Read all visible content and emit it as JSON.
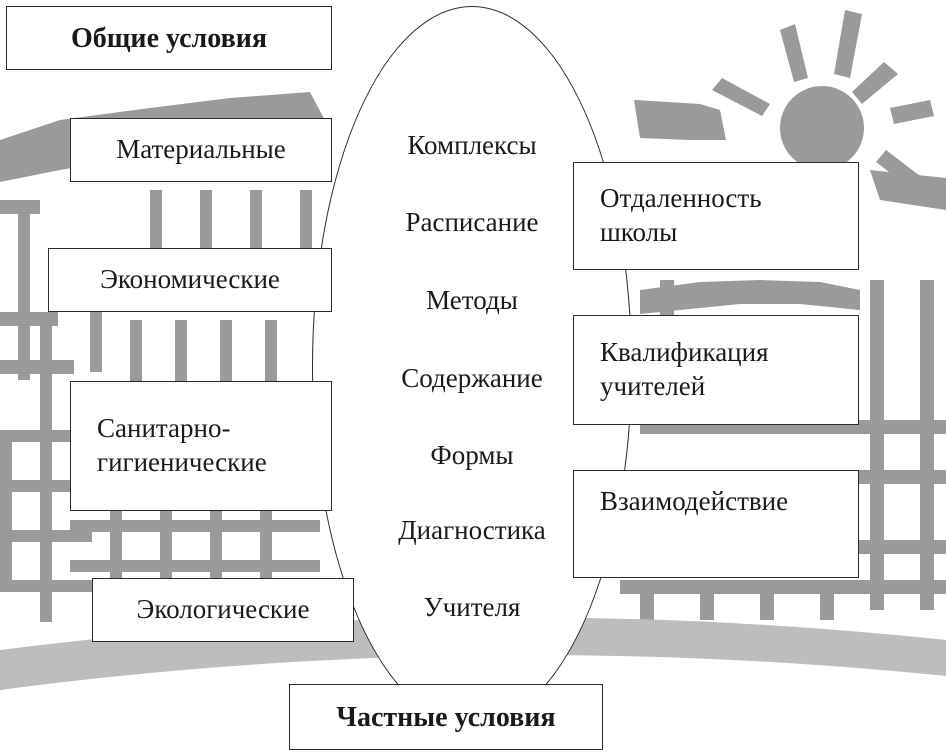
{
  "general_conditions": {
    "title": "Общие условия",
    "items": [
      "Материальные",
      "Экономические",
      [
        "Санитарно-",
        "гигиенические"
      ],
      "Экологические"
    ]
  },
  "oval_items": [
    "Комплексы",
    "Расписание",
    "Методы",
    "Содержание",
    "Формы",
    "Диагностика",
    "Учителя"
  ],
  "specific_conditions": {
    "title": "Частные условия",
    "items": [
      [
        "Отдаленность",
        "школы"
      ],
      [
        "Квалификация",
        "учителей"
      ],
      [
        "Взаимодействие"
      ]
    ]
  },
  "colors": {
    "background_shapes": "#9a9a9a",
    "light_shapes": "#d0d0d0",
    "border": "#2a2a2a"
  },
  "icons": [
    "sun-icon",
    "building-outline-icon"
  ]
}
